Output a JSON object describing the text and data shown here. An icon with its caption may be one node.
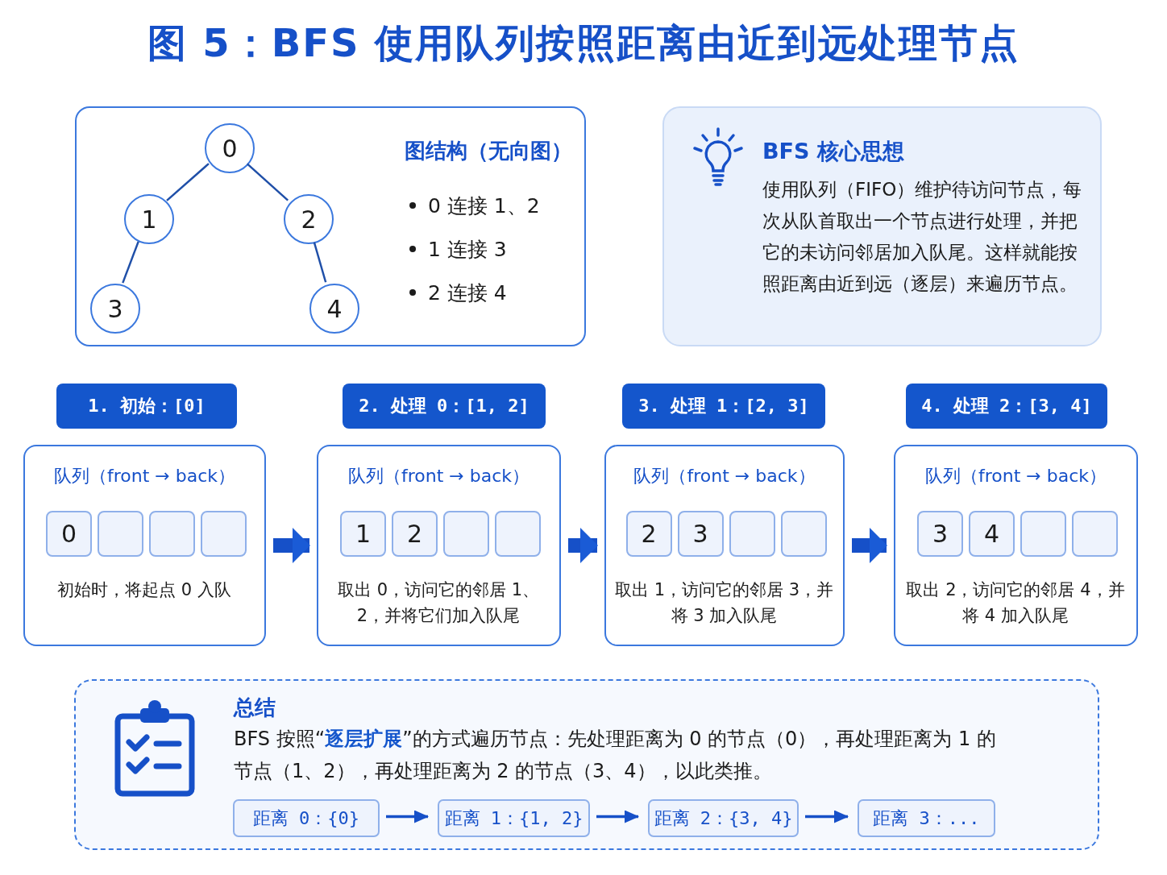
{
  "diagram": {
    "title": "图 5：BFS 使用队列按照距离由近到远处理节点",
    "nodes": [
      {
        "text": [
          "图结构（无向图）",
          "0 连接 1、2",
          "1 连接 3",
          "2 连接 4"
        ]
      },
      {
        "text": [
          "0"
        ],
        "in": 0
      },
      {
        "text": [
          "1"
        ],
        "in": 0
      },
      {
        "text": [
          "2"
        ],
        "in": 0
      },
      {
        "text": [
          "3"
        ],
        "in": 0
      },
      {
        "text": [
          "4"
        ],
        "in": 0
      },
      {
        "text": [
          "BFS 核心思想",
          "使用队列（FIFO）维护待访问节点，每次从队首取出一个节点进行处理，并把它的未访问邻居加入队尾。这样就能按照距离由近到远（逐层）来遍历节点。"
        ]
      },
      {
        "text": [
          "1. 初始：[0]"
        ]
      },
      {
        "text": [
          "队列（front → back）",
          "初始时，将起点 0 入队"
        ]
      },
      {
        "text": [
          "0"
        ],
        "in": 8
      },
      {
        "text": [],
        "shape": "box",
        "in": 8
      },
      {
        "text": [],
        "shape": "box",
        "in": 8
      },
      {
        "text": [],
        "shape": "box",
        "in": 8
      },
      {
        "text": [
          "2. 处理 0：[1, 2]"
        ]
      },
      {
        "text": [
          "队列（front → back）",
          "取出 0，访问它的邻居 1、2，并将它们加入队尾"
        ]
      },
      {
        "text": [
          "1"
        ],
        "in": 14
      },
      {
        "text": [
          "2"
        ],
        "in": 14
      },
      {
        "text": [],
        "shape": "box",
        "in": 14
      },
      {
        "text": [],
        "shape": "box",
        "in": 14
      },
      {
        "text": [
          "3. 处理 1：[2, 3]"
        ]
      },
      {
        "text": [
          "队列（front → back）",
          "取出 1，访问它的邻居 3，并将 3 加入队尾"
        ]
      },
      {
        "text": [
          "2"
        ],
        "in": 20
      },
      {
        "text": [
          "3"
        ],
        "in": 20
      },
      {
        "text": [],
        "shape": "box",
        "in": 20
      },
      {
        "text": [],
        "shape": "box",
        "in": 20
      },
      {
        "text": [
          "4. 处理 2：[3, 4]"
        ]
      },
      {
        "text": [
          "队列（front → back）",
          "取出 2，访问它的邻居 4，并将 4 加入队尾"
        ]
      },
      {
        "text": [
          "3"
        ],
        "in": 26
      },
      {
        "text": [
          "4"
        ],
        "in": 26
      },
      {
        "text": [],
        "shape": "box",
        "in": 26
      },
      {
        "text": [],
        "shape": "box",
        "in": 26
      },
      {
        "text": [
          "总结",
          "BFS 按照“**逐层扩展**”的方式遍历节点：先处理距离为 0 的节点（0），再处理距离为 1 的节点（1、2），再处理距离为 2 的节点（3、4），以此类推。"
        ]
      },
      {
        "text": [
          "距离 0：{0}"
        ],
        "in": 31
      },
      {
        "text": [
          "距离 1：{1, 2}"
        ],
        "in": 31
      },
      {
        "text": [
          "距离 2：{3, 4}"
        ],
        "in": 31
      },
      {
        "text": [
          "距离 3：..."
        ],
        "in": 31
      }
    ],
    "edges": [
      {
        "from": 1,
        "to": 2,
        "arrow": "none"
      },
      {
        "from": 1,
        "to": 3,
        "arrow": "none"
      },
      {
        "from": 2,
        "to": 4,
        "arrow": "none"
      },
      {
        "from": 3,
        "to": 5,
        "arrow": "none"
      },
      {
        "from": 8,
        "to": 14,
        "arrow": "to",
        "style": "thick"
      },
      {
        "from": 14,
        "to": 20,
        "arrow": "to",
        "style": "thick"
      },
      {
        "from": 20,
        "to": 26,
        "arrow": "to",
        "style": "thick"
      },
      {
        "from": 32,
        "to": 33,
        "arrow": "to"
      },
      {
        "from": 33,
        "to": 34,
        "arrow": "to"
      },
      {
        "from": 34,
        "to": 35,
        "arrow": "to"
      }
    ]
  }
}
